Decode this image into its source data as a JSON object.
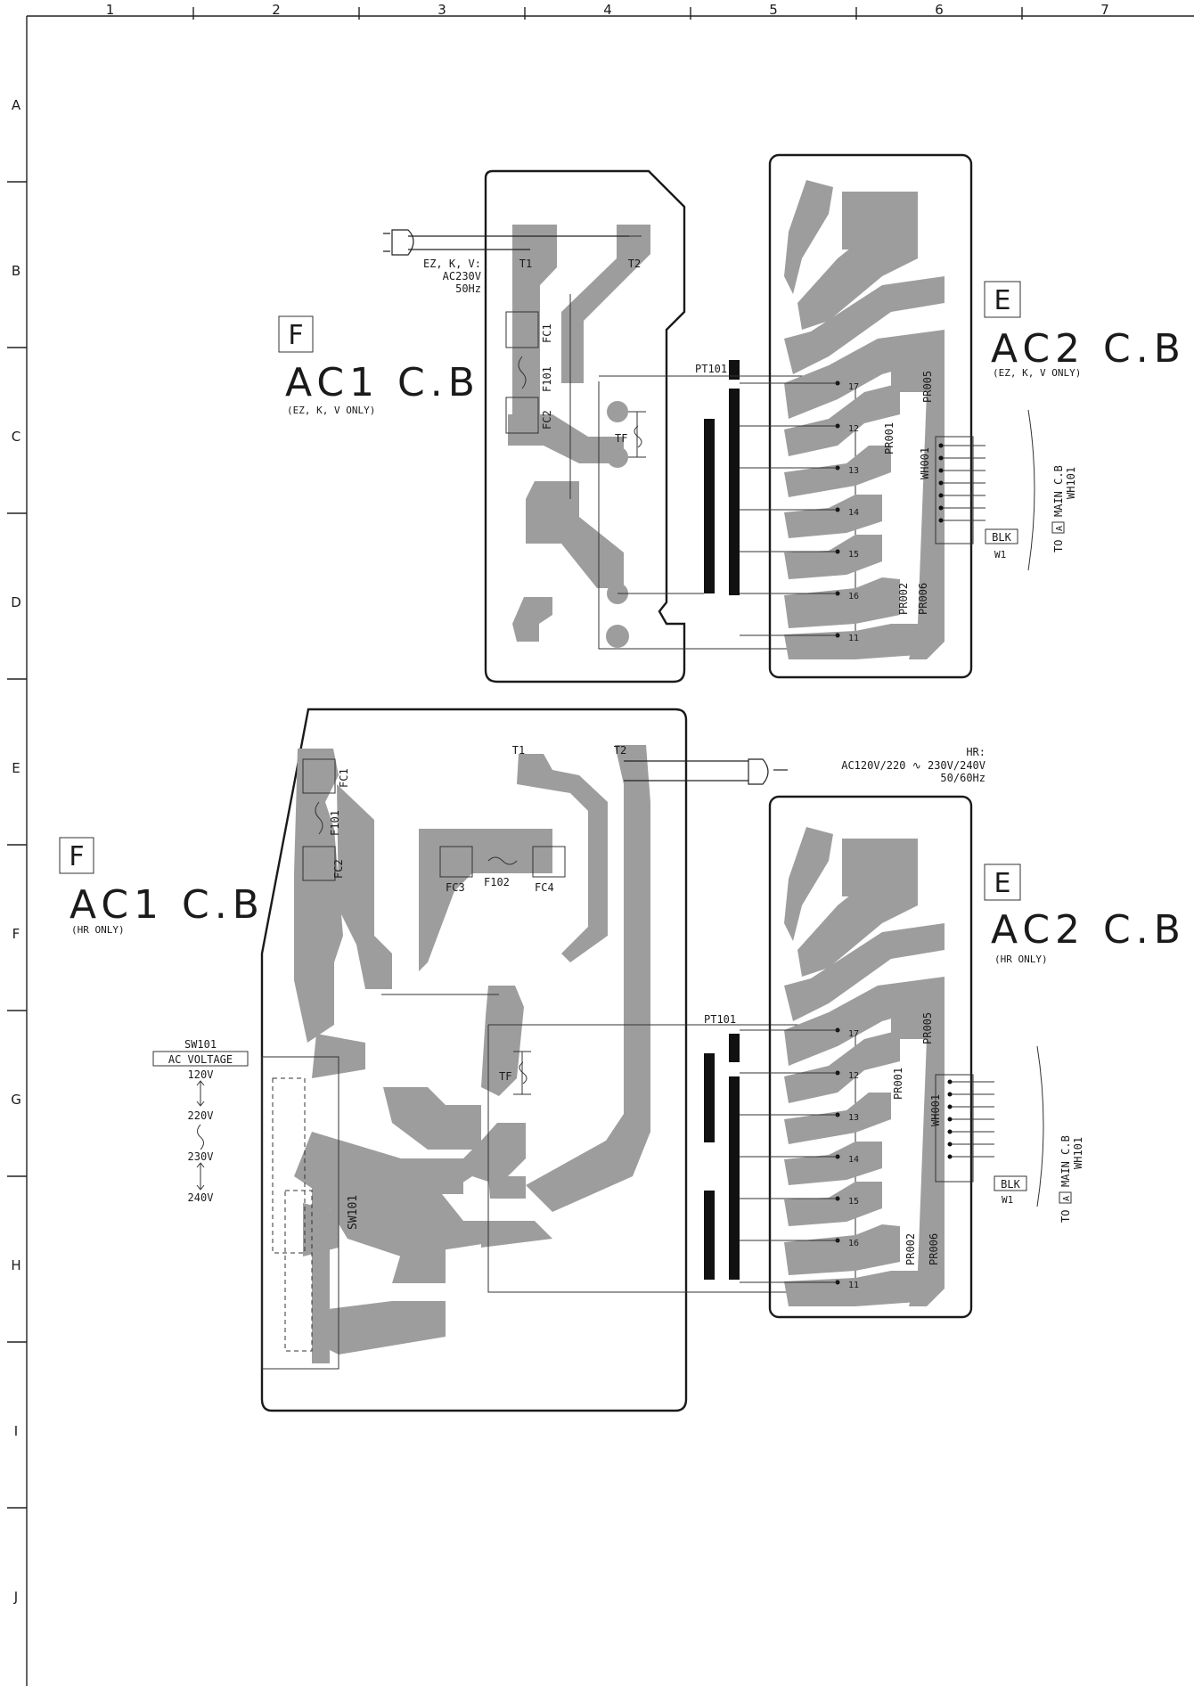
{
  "grid": {
    "columns": [
      "1",
      "2",
      "3",
      "4",
      "5",
      "6",
      "7"
    ],
    "rows": [
      "A",
      "B",
      "C",
      "D",
      "E",
      "F",
      "G",
      "H",
      "I",
      "J"
    ]
  },
  "top": {
    "ac1": {
      "letter": "F",
      "title": "AC1 C.B",
      "subtitle": "(EZ, K, V ONLY)",
      "power_label": [
        "EZ, K, V:",
        "AC230V",
        "50Hz"
      ],
      "parts": [
        "T1",
        "T2",
        "FC1",
        "F101",
        "FC2",
        "TF",
        "PT101"
      ]
    },
    "ac2": {
      "letter": "E",
      "title": "AC2 C.B",
      "subtitle": "(EZ, K, V ONLY)",
      "parts": [
        "PR005",
        "PR001",
        "WH001",
        "PR002",
        "PR006"
      ],
      "pins": [
        "17",
        "12",
        "13",
        "14",
        "15",
        "16",
        "11"
      ],
      "connector": "BLK",
      "connector_ref": "W1",
      "to_main": "TO",
      "to_main_box": "A",
      "to_main_suffix": "MAIN C.B",
      "to_main_ref": "WH101"
    }
  },
  "bottom": {
    "ac1": {
      "letter": "F",
      "title": "AC1 C.B",
      "subtitle": "(HR ONLY)",
      "power_label": [
        "HR:",
        "AC120V/220 ∿ 230V/240V",
        "50/60Hz"
      ],
      "parts": [
        "T1",
        "T2",
        "FC1",
        "F101",
        "FC2",
        "FC3",
        "F102",
        "FC4",
        "TF",
        "PT101",
        "SW101"
      ],
      "switch_title": "SW101",
      "switch_subtitle": "AC VOLTAGE",
      "voltages": [
        "120V",
        "220V",
        "230V",
        "240V"
      ]
    },
    "ac2": {
      "letter": "E",
      "title": "AC2 C.B",
      "subtitle": "(HR ONLY)",
      "parts": [
        "PR005",
        "PR001",
        "WH001",
        "PR002",
        "PR006"
      ],
      "pins": [
        "17",
        "12",
        "13",
        "14",
        "15",
        "16",
        "11"
      ],
      "connector": "BLK",
      "connector_ref": "W1",
      "to_main": "TO",
      "to_main_box": "A",
      "to_main_suffix": "MAIN C.B",
      "to_main_ref": "WH101"
    }
  }
}
